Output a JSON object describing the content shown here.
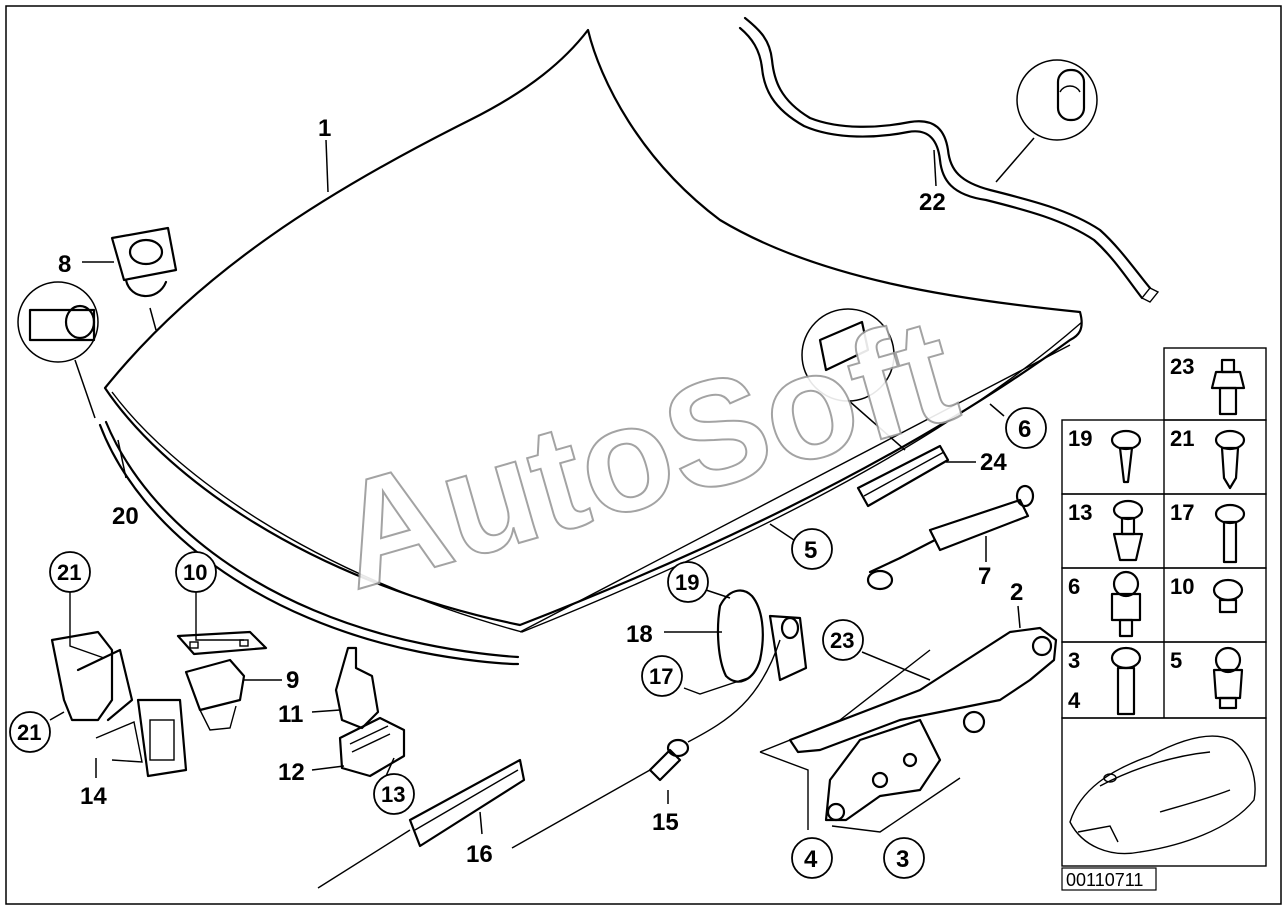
{
  "watermark": "AutoSoft",
  "diagram_code": "00110711",
  "callouts": {
    "c1": "1",
    "c2": "2",
    "c3": "3",
    "c4": "4",
    "c5": "5",
    "c6": "6",
    "c7": "7",
    "c8": "8",
    "c9": "9",
    "c10": "10",
    "c11": "11",
    "c12": "12",
    "c13": "13",
    "c14": "14",
    "c15": "15",
    "c16": "16",
    "c17": "17",
    "c18": "18",
    "c19": "19",
    "c20": "20",
    "c21a": "21",
    "c21b": "21",
    "c22": "22",
    "c23": "23",
    "c24": "24"
  },
  "fastener_table": {
    "r1": [
      "23"
    ],
    "r2": [
      "19",
      "21"
    ],
    "r3": [
      "13",
      "17"
    ],
    "r4": [
      "6",
      "10"
    ],
    "r5": [
      "3",
      "4",
      "5"
    ]
  }
}
